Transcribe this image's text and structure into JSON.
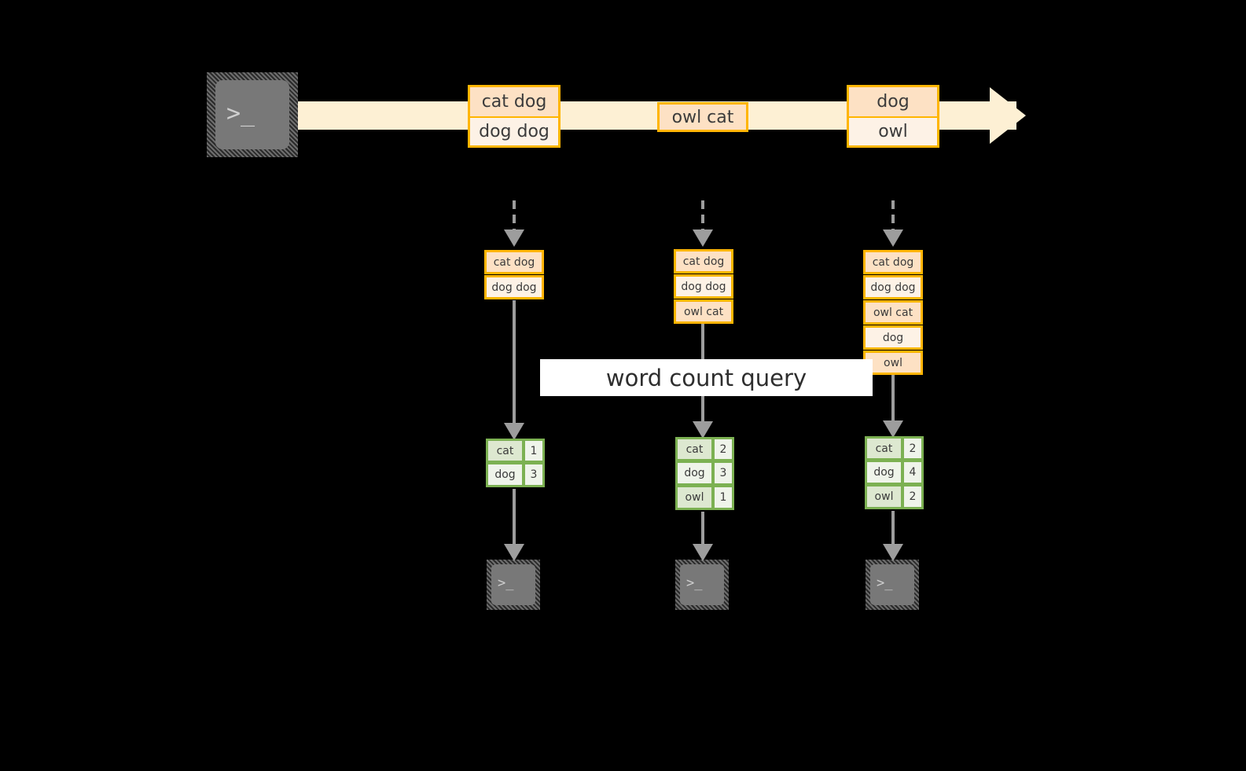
{
  "diagram": {
    "title_label": "word count query",
    "colors": {
      "background": "#000000",
      "record_border": "#ffb500",
      "record_fill_dark": "#fde1c4",
      "record_fill_light": "#fdf2e6",
      "stream_arrow": "#fdf0d4",
      "table_border": "#7cb152",
      "table_fill_dark": "#dde8d0",
      "table_fill_light": "#eff4ea",
      "connector": "#9d9d9d",
      "terminal_screen": "#787878",
      "label_band": "#ffffff"
    },
    "source_terminal": {
      "prompt": ">_"
    },
    "stream": {
      "records": [
        {
          "name": "stream-record-1",
          "lines": [
            "cat dog",
            "dog dog"
          ]
        },
        {
          "name": "stream-record-2",
          "lines": [
            "owl cat"
          ]
        },
        {
          "name": "stream-record-3",
          "lines": [
            "dog",
            "owl"
          ]
        }
      ]
    },
    "columns": [
      {
        "name": "column-1",
        "accumulated": [
          "cat dog",
          "dog dog"
        ],
        "result_table": {
          "rows": [
            {
              "word": "cat",
              "count": "1"
            },
            {
              "word": "dog",
              "count": "3"
            }
          ]
        },
        "sink_terminal": {
          "prompt": ">_"
        }
      },
      {
        "name": "column-2",
        "accumulated": [
          "cat dog",
          "dog dog",
          "owl cat"
        ],
        "result_table": {
          "rows": [
            {
              "word": "cat",
              "count": "2"
            },
            {
              "word": "dog",
              "count": "3"
            },
            {
              "word": "owl",
              "count": "1"
            }
          ]
        },
        "sink_terminal": {
          "prompt": ">_"
        }
      },
      {
        "name": "column-3",
        "accumulated": [
          "cat dog",
          "dog dog",
          "owl cat",
          "dog",
          "owl"
        ],
        "result_table": {
          "rows": [
            {
              "word": "cat",
              "count": "2"
            },
            {
              "word": "dog",
              "count": "4"
            },
            {
              "word": "owl",
              "count": "2"
            }
          ]
        },
        "sink_terminal": {
          "prompt": ">_"
        }
      }
    ]
  }
}
